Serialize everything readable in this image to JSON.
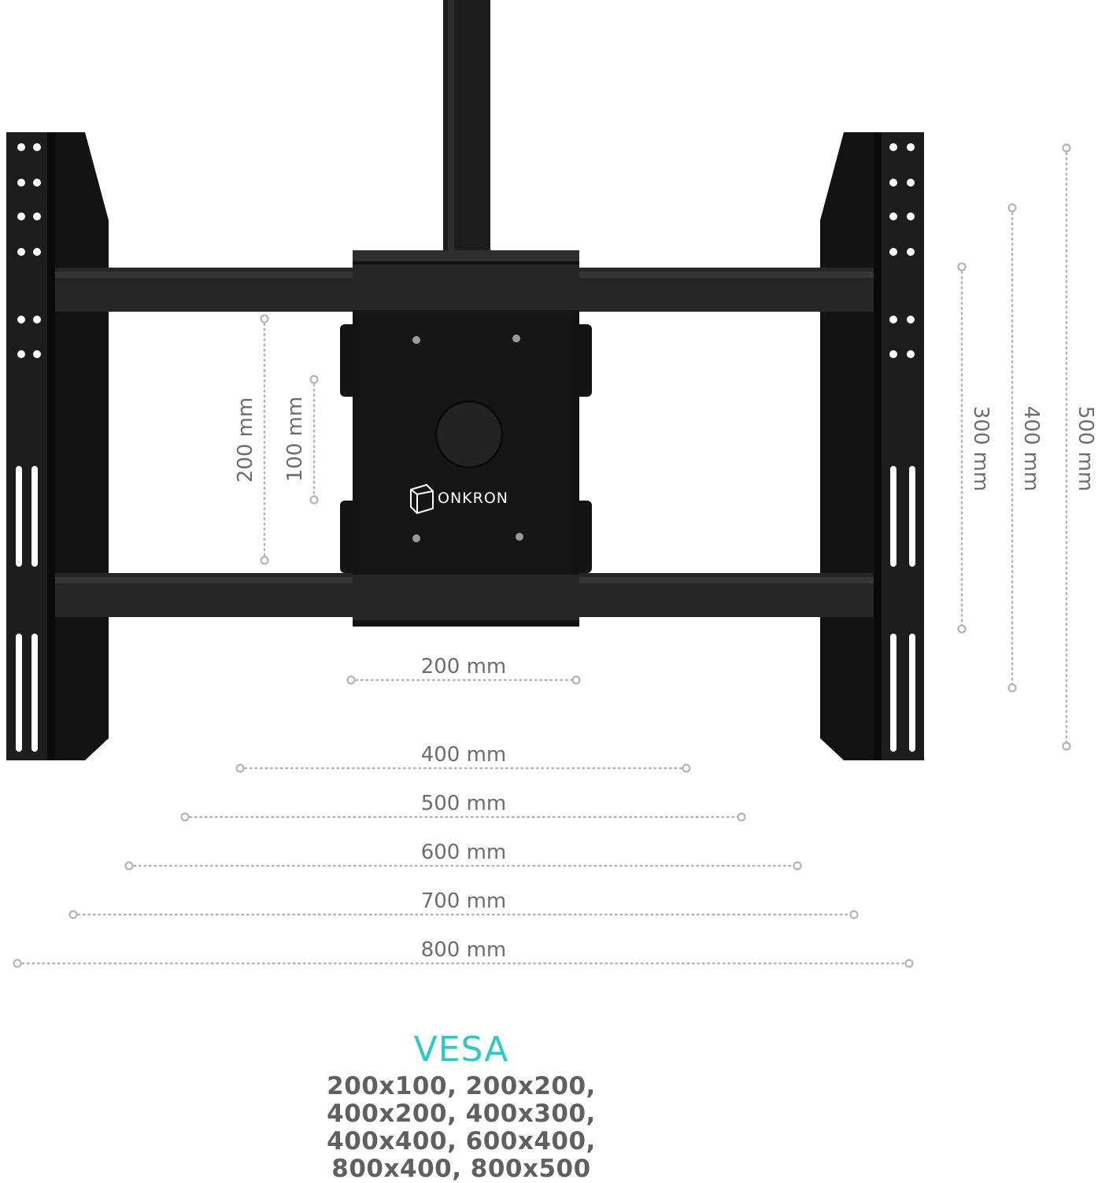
{
  "brand": {
    "name": "ONKRON"
  },
  "vertical_dimensions": {
    "left": [
      {
        "label": "200 mm"
      },
      {
        "label": "100 mm"
      }
    ],
    "right": [
      {
        "label": "300 mm"
      },
      {
        "label": "400 mm"
      },
      {
        "label": "500 mm"
      }
    ]
  },
  "horizontal_dimensions": [
    {
      "label": "200 mm"
    },
    {
      "label": "400 mm"
    },
    {
      "label": "500 mm"
    },
    {
      "label": "600 mm"
    },
    {
      "label": "700 mm"
    },
    {
      "label": "800 mm"
    }
  ],
  "vesa": {
    "title": "VESA",
    "lines": [
      "200x100, 200x200,",
      "400x200, 400x300,",
      "400x400, 600x400,",
      "800x400, 800x500"
    ],
    "title_color": "#2ec9c3"
  }
}
